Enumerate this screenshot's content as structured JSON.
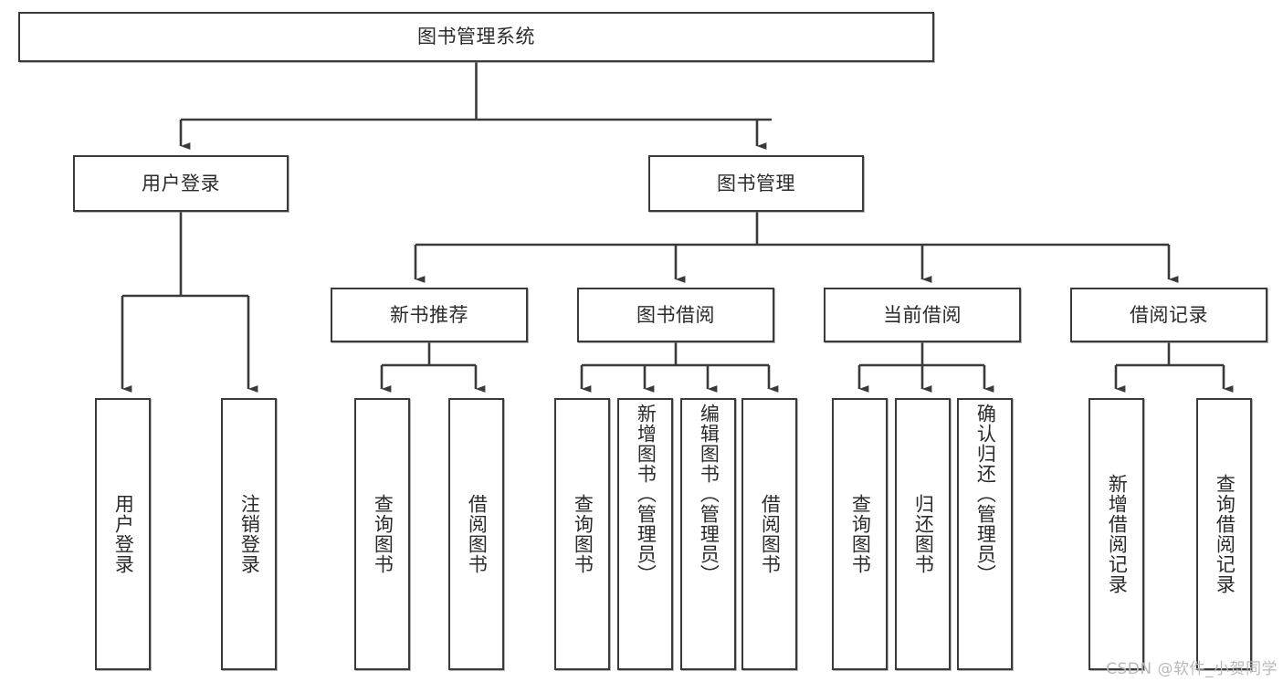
{
  "diagram": {
    "type": "tree-hierarchy",
    "title": "图书管理系统",
    "style": {
      "box_border_color": "#3a3a3a",
      "box_fill_color": "#ffffff",
      "connector_color": "#3a3a3a",
      "text_color": "#2b2b2b",
      "background_color": "#ffffff"
    },
    "root": {
      "label": "图书管理系统"
    },
    "level1": [
      {
        "label": "用户登录"
      },
      {
        "label": "图书管理"
      }
    ],
    "level2": [
      {
        "label": "新书推荐"
      },
      {
        "label": "图书借阅"
      },
      {
        "label": "当前借阅"
      },
      {
        "label": "借阅记录"
      }
    ],
    "leaves": {
      "user_login": [
        {
          "label": "用户登录"
        },
        {
          "label": "注销登录"
        }
      ],
      "new_book_recommend": [
        {
          "label": "查询图书"
        },
        {
          "label": "借阅图书"
        }
      ],
      "book_borrow": [
        {
          "label": "查询图书"
        },
        {
          "label": "新增图书（管理员）"
        },
        {
          "label": "编辑图书（管理员）"
        },
        {
          "label": "借阅图书"
        }
      ],
      "current_borrow": [
        {
          "label": "查询图书"
        },
        {
          "label": "归还图书"
        },
        {
          "label": "确认归还（管理员）"
        }
      ],
      "borrow_record": [
        {
          "label": "新增借阅记录"
        },
        {
          "label": "查询借阅记录"
        }
      ]
    }
  },
  "watermark": {
    "text": "CSDN @软件_小贺同学"
  }
}
